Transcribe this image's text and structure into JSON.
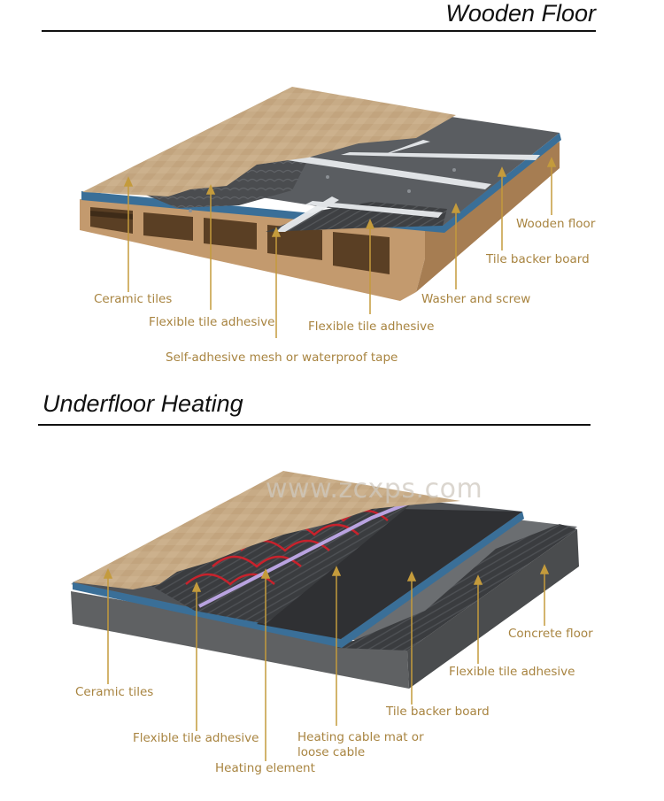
{
  "sections": {
    "wooden_floor": {
      "title": "Wooden Floor",
      "labels": {
        "ceramic_tiles": "Ceramic tiles",
        "flexible_tile_adhesive_left": "Flexible tile adhesive",
        "self_adhesive_mesh": "Self-adhesive mesh or waterproof tape",
        "flexible_tile_adhesive_right": "Flexible tile adhesive",
        "washer_and_screw": "Washer and screw",
        "tile_backer_board": "Tile backer  board",
        "wooden_floor": "Wooden floor"
      }
    },
    "underfloor_heating": {
      "title": "Underfloor Heating",
      "labels": {
        "ceramic_tiles": "Ceramic tiles",
        "flexible_tile_adhesive_left": "Flexible tile adhesive",
        "heating_element": "Heating element",
        "heating_cable_line1": "Heating cable mat or",
        "heating_cable_line2": "loose cable",
        "tile_backer_board": "Tile backer  board",
        "flexible_tile_adhesive_right": "Flexible tile adhesive",
        "concrete_floor": "Concrete floor"
      }
    }
  },
  "watermark": "www.zcxps.com",
  "colors": {
    "label_text": "#a88440",
    "leader_line": "#c49b3c",
    "tile": "#c4a782",
    "backer_board": "#55585b",
    "blue_edge": "#3a6f98",
    "wood": "#c39a6e",
    "concrete": "#5f6163",
    "heating_cable": "#c8222c",
    "mesh_tape": "#e8ebee"
  }
}
